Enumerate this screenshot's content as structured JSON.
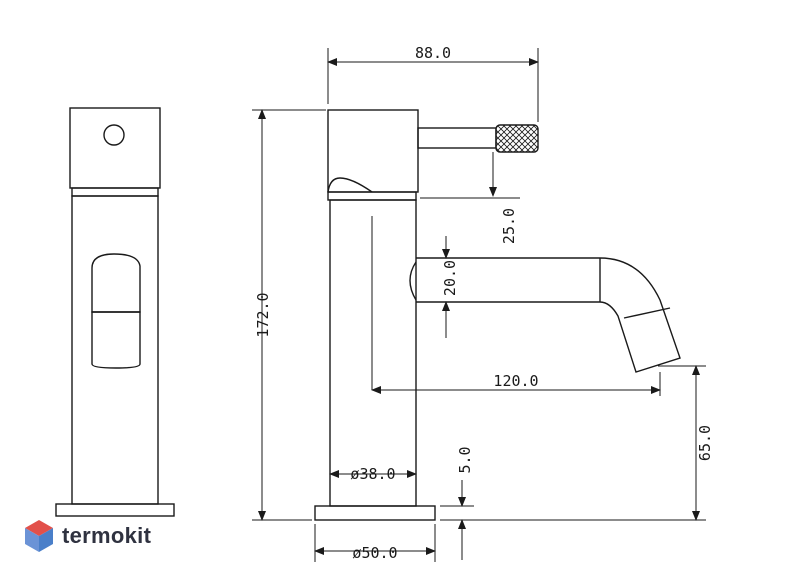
{
  "dimensions": {
    "width_top": "88.0",
    "handle_drop": "25.0",
    "height_total": "172.0",
    "spout_diameter": "20.0",
    "spout_reach": "120.0",
    "outlet_height": "65.0",
    "body_diameter": "ø38.0",
    "base_thickness": "5.0",
    "base_diameter": "ø50.0"
  },
  "logo": {
    "text": "termokit"
  },
  "colors": {
    "line": "#1a1a1a",
    "logo_red": "#e2504a",
    "logo_blue": "#4a7fc9",
    "logo_text": "#2f3240"
  }
}
